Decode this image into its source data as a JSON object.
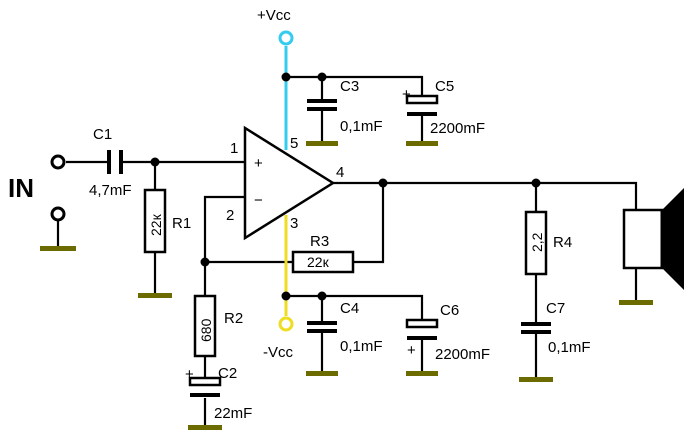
{
  "colors": {
    "positive_supply": "#33ccee",
    "negative_supply": "#eedd22",
    "ground": "#6b6b00",
    "wire": "#000000"
  },
  "labels": {
    "vcc_pos": "+Vcc",
    "vcc_neg": "-Vcc",
    "input": "IN",
    "pin1": "1",
    "pin2": "2",
    "pin3": "3",
    "pin4": "4",
    "pin5": "5",
    "plus_sign": "+",
    "minus_sign": "−"
  },
  "components": {
    "c1": {
      "name": "C1",
      "value": "4,7mF"
    },
    "r1": {
      "name": "R1",
      "value": "22к"
    },
    "r2": {
      "name": "R2",
      "value": "680"
    },
    "c2": {
      "name": "C2",
      "value": "22mF"
    },
    "r3": {
      "name": "R3",
      "value": "22к"
    },
    "c3": {
      "name": "C3",
      "value": "0,1mF"
    },
    "c5": {
      "name": "C5",
      "value": "2200mF"
    },
    "c4": {
      "name": "C4",
      "value": "0,1mF"
    },
    "c6": {
      "name": "C6",
      "value": "2200mF"
    },
    "r4": {
      "name": "R4",
      "value": "2,2"
    },
    "c7": {
      "name": "C7",
      "value": "0,1mF"
    }
  },
  "polarity_marks": {
    "c2": "+",
    "c5": "+",
    "c6": "+"
  }
}
